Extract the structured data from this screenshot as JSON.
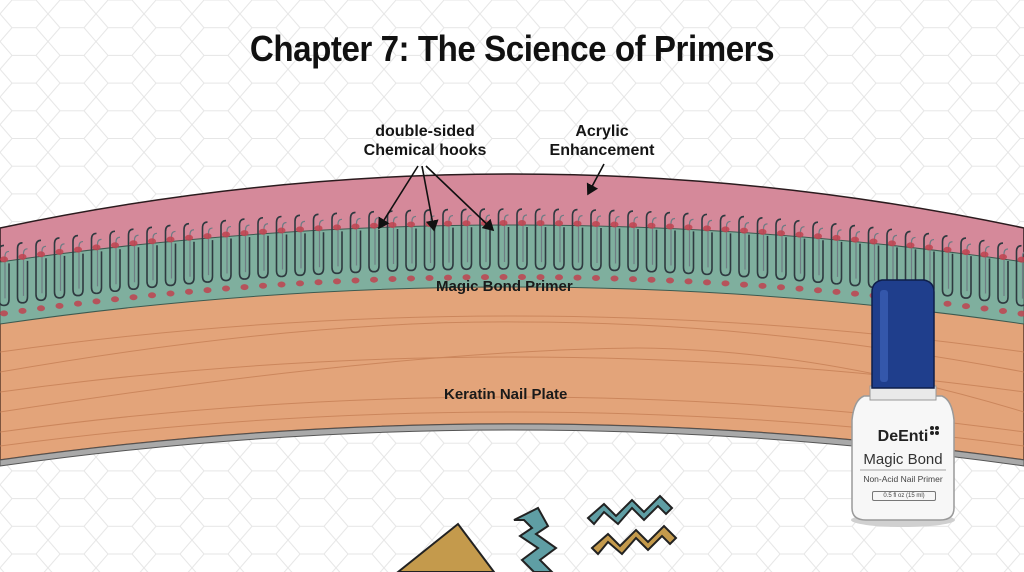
{
  "title": "Chapter 7: The Science of Primers",
  "annotations": {
    "hooks_label_line1": "double-sided",
    "hooks_label_line2": "Chemical hooks",
    "acrylic_label_line1": "Acrylic",
    "acrylic_label_line2": "Enhancement"
  },
  "layers": {
    "primer": "Magic Bond Primer",
    "nail_plate": "Keratin Nail Plate"
  },
  "bottle": {
    "brand": "DeEnti",
    "product": "Magic Bond",
    "subtitle": "Non-Acid Nail Primer",
    "volume": "0.5 fl oz (15 ml)"
  },
  "colors": {
    "acrylic": "#d5899a",
    "primer": "#7faf9e",
    "nail_plate": "#e3a47a",
    "hook_tip": "#c0434f",
    "bottle_cap": "#1f3e8c",
    "deco_gold": "#c49a4c",
    "deco_teal": "#5f9ea4"
  }
}
